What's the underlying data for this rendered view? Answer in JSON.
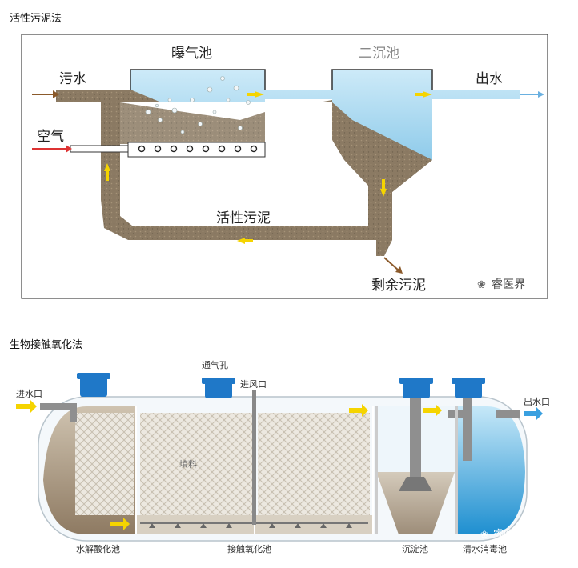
{
  "section1": {
    "title": "活性污泥法",
    "labels": {
      "aeration_tank": "曝气池",
      "secondary_clarifier": "二沉池",
      "sewage_in": "污水",
      "air": "空气",
      "outflow": "出水",
      "activated_sludge": "活性污泥",
      "excess_sludge": "剩余污泥"
    },
    "watermark": "睿医界"
  },
  "section2": {
    "title": "生物接触氧化法",
    "labels": {
      "vent_hole": "通气孔",
      "air_inlet": "进风口",
      "water_inlet": "进水口",
      "water_outlet": "出水口",
      "filler": "填料",
      "hydrolysis_tank": "水解酸化池",
      "contact_oxidation_tank": "接触氧化池",
      "sedimentation_tank": "沉淀池",
      "disinfection_tank": "清水消毒池"
    },
    "watermark": "睿医界"
  },
  "colors": {
    "sludge": "#8b7a63",
    "water": "#bfe3f5",
    "water_deep": "#1e8fd0",
    "arrow_yellow": "#f5d400",
    "arrow_red": "#d33",
    "lid_blue": "#1f78c8"
  }
}
